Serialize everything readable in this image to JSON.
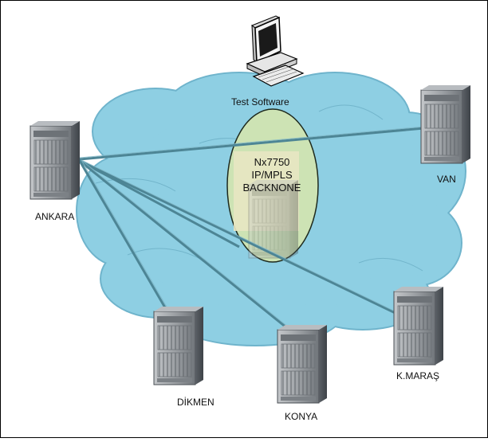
{
  "diagram": {
    "software_label": "Test Software",
    "backbone_lines": [
      "Nx7750",
      "IP/MPLS",
      "BACKNONE"
    ],
    "nodes": {
      "ankara": "ANKARA",
      "van": "VAN",
      "dikmen": "DİKMEN",
      "konya": "KONYA",
      "kmaras": "K.MARAŞ"
    },
    "colors": {
      "cloud": "#8ecfe3",
      "cloud_edge": "#6fb4cc",
      "backbone_ellipse": "#cde3b4",
      "backbone_box": "#e8e6c2",
      "link": "#4d8595",
      "frame": "#000000",
      "router_body": "#9ea2a6"
    },
    "icons": [
      "desktop-computer-icon",
      "router-chassis-icon"
    ]
  }
}
